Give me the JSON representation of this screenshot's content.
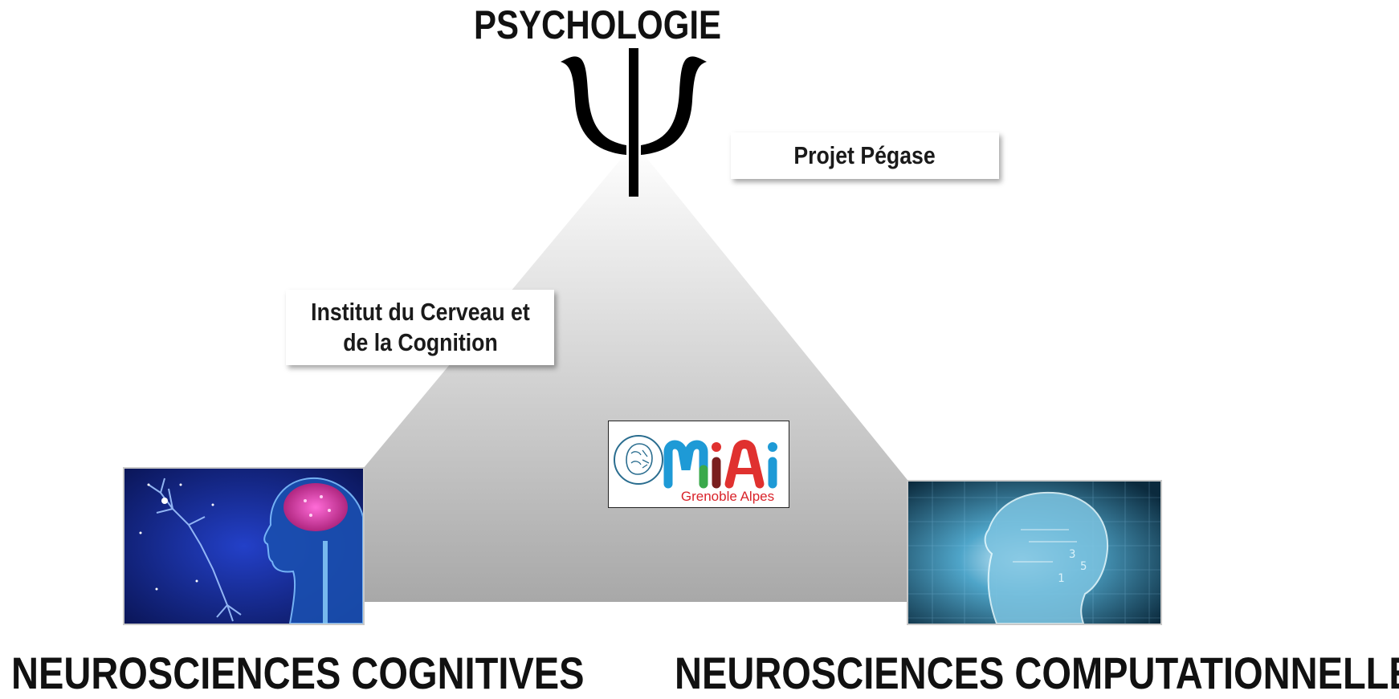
{
  "headings": {
    "top": "PSYCHOLOGIE",
    "bottom_left": "NEUROSCIENCES COGNITIVES",
    "bottom_right": "NEUROSCIENCES COMPUTATIONNELLES"
  },
  "symbol": {
    "name": "psi-icon",
    "glyph": "Ψ"
  },
  "boxes": {
    "pegase": "Projet Pégase",
    "institut_line1": "Institut du Cerveau et",
    "institut_line2": "de la Cognition"
  },
  "logo": {
    "wordmark": "MIAI",
    "subtitle": "Grenoble Alpes",
    "colors": {
      "blue": "#1e9ad6",
      "green": "#3aa94b",
      "darkred": "#7a1f1f",
      "red": "#e0312f"
    }
  },
  "images": {
    "left": "neuron-brain-image",
    "right": "digital-head-image"
  },
  "colors": {
    "triangle_top": "#ffffff",
    "triangle_bottom": "#a8a8a8"
  }
}
